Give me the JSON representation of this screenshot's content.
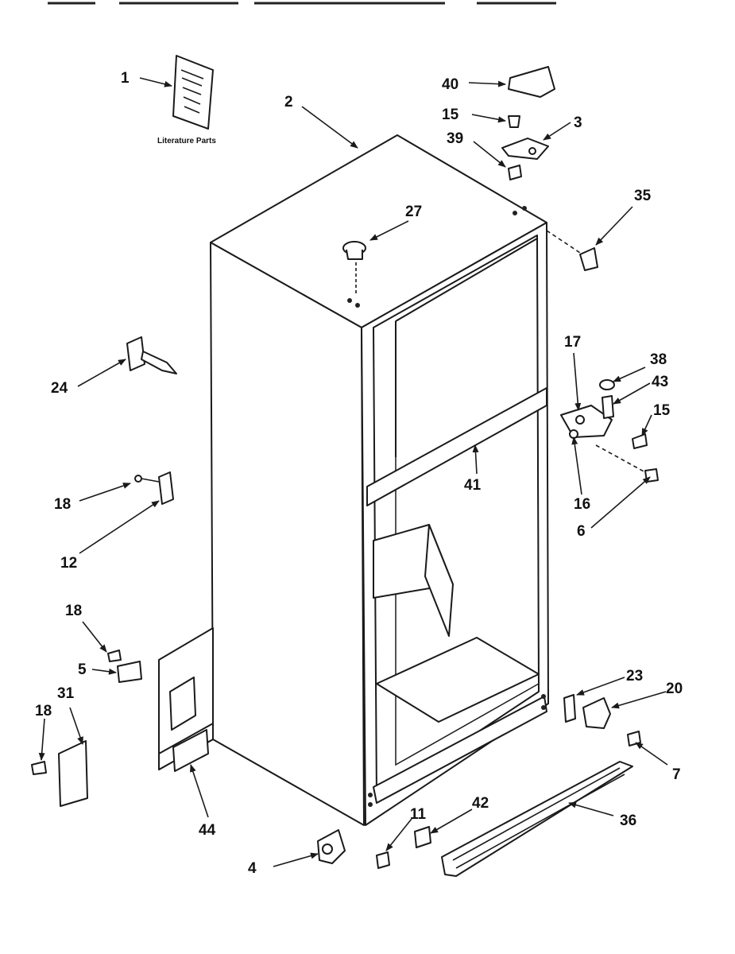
{
  "literature_caption": "Literature Parts",
  "callouts": [
    {
      "id": "c1",
      "label": "1"
    },
    {
      "id": "c2",
      "label": "2"
    },
    {
      "id": "c3",
      "label": "3"
    },
    {
      "id": "c4",
      "label": "4"
    },
    {
      "id": "c5",
      "label": "5"
    },
    {
      "id": "c6",
      "label": "6"
    },
    {
      "id": "c7",
      "label": "7"
    },
    {
      "id": "c11",
      "label": "11"
    },
    {
      "id": "c12",
      "label": "12"
    },
    {
      "id": "c15a",
      "label": "15"
    },
    {
      "id": "c15b",
      "label": "15"
    },
    {
      "id": "c16",
      "label": "16"
    },
    {
      "id": "c17",
      "label": "17"
    },
    {
      "id": "c18a",
      "label": "18"
    },
    {
      "id": "c18b",
      "label": "18"
    },
    {
      "id": "c18c",
      "label": "18"
    },
    {
      "id": "c20",
      "label": "20"
    },
    {
      "id": "c23",
      "label": "23"
    },
    {
      "id": "c24",
      "label": "24"
    },
    {
      "id": "c27",
      "label": "27"
    },
    {
      "id": "c31",
      "label": "31"
    },
    {
      "id": "c35",
      "label": "35"
    },
    {
      "id": "c36",
      "label": "36"
    },
    {
      "id": "c38",
      "label": "38"
    },
    {
      "id": "c39",
      "label": "39"
    },
    {
      "id": "c40",
      "label": "40"
    },
    {
      "id": "c41",
      "label": "41"
    },
    {
      "id": "c42",
      "label": "42"
    },
    {
      "id": "c43",
      "label": "43"
    },
    {
      "id": "c44",
      "label": "44"
    }
  ]
}
